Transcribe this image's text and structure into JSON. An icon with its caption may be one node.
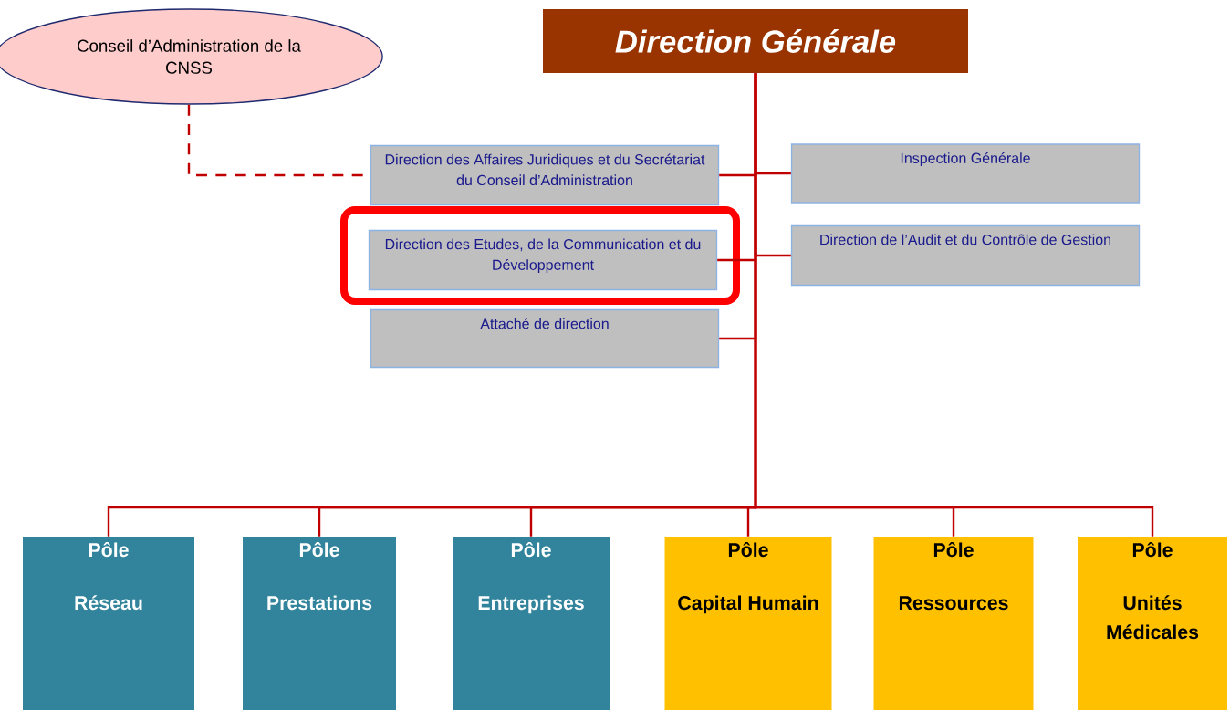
{
  "diagram": {
    "nodes": [
      {
        "text": [
          "Conseil d’Administration de la CNSS"
        ]
      },
      {
        "text": [
          "Direction Générale"
        ]
      },
      {
        "text": [
          "Direction des Affaires Juridiques et du Secrétariat du Conseil d’Administration"
        ]
      },
      {
        "text": [
          "Inspection Générale"
        ]
      },
      {
        "text": [],
        "shape": "box"
      },
      {
        "text": [
          "Direction des Etudes, de la Communication et du Développement"
        ],
        "in": 4
      },
      {
        "text": [
          "Direction de l’Audit et du Contrôle de Gestion"
        ]
      },
      {
        "text": [
          "Attaché de direction"
        ]
      },
      {
        "text": [
          "Pôle",
          "Réseau"
        ]
      },
      {
        "text": [
          "Pôle",
          "Prestations"
        ]
      },
      {
        "text": [
          "Pôle",
          "Entreprises"
        ]
      },
      {
        "text": [
          "Pôle",
          "Capital Humain"
        ]
      },
      {
        "text": [
          "Pôle",
          "Ressources"
        ]
      },
      {
        "text": [
          "Pôle",
          "Unités Médicales"
        ]
      }
    ],
    "edges": [
      {
        "from": 0,
        "to": 2,
        "arrow": "none",
        "style": "dashed"
      },
      {
        "from": 1,
        "to": 2,
        "arrow": "none"
      },
      {
        "from": 1,
        "to": 3,
        "arrow": "none"
      },
      {
        "from": 1,
        "to": 5,
        "arrow": "none"
      },
      {
        "from": 1,
        "to": 6,
        "arrow": "none"
      },
      {
        "from": 1,
        "to": 7,
        "arrow": "none"
      },
      {
        "from": 1,
        "to": 8,
        "arrow": "none"
      },
      {
        "from": 1,
        "to": 9,
        "arrow": "none"
      },
      {
        "from": 1,
        "to": 10,
        "arrow": "none"
      },
      {
        "from": 1,
        "to": 11,
        "arrow": "none"
      },
      {
        "from": 1,
        "to": 12,
        "arrow": "none"
      },
      {
        "from": 1,
        "to": 13,
        "arrow": "none"
      }
    ]
  }
}
